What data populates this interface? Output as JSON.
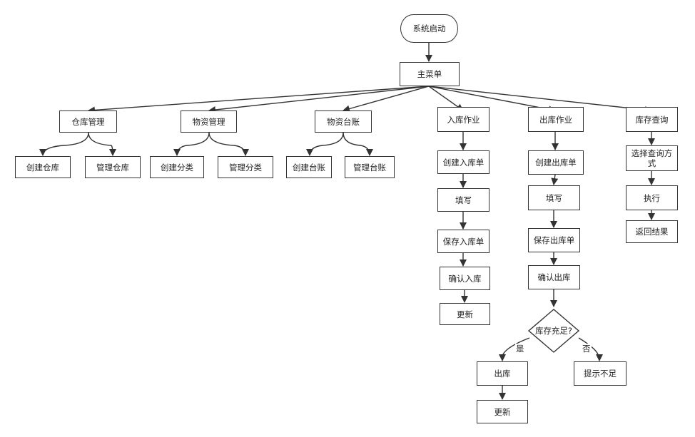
{
  "nodes": {
    "start": "系统启动",
    "main_menu": "主菜单",
    "warehouse_mgmt": "仓库管理",
    "create_warehouse": "创建仓库",
    "manage_warehouse": "管理仓库",
    "material_mgmt": "物资管理",
    "create_category": "创建分类",
    "manage_category": "管理分类",
    "material_ledger": "物资台账",
    "create_ledger": "创建台账",
    "manage_ledger": "管理台账",
    "inbound": "入库作业",
    "create_inbound": "创建入库单",
    "inbound_fill": "填写",
    "save_inbound": "保存入库单",
    "confirm_inbound": "确认入库",
    "inbound_update": "更新",
    "outbound": "出库作业",
    "create_outbound": "创建出库单",
    "outbound_fill": "填写",
    "save_outbound": "保存出库单",
    "confirm_outbound": "确认出库",
    "stock_check": "库存充足?",
    "do_outbound": "出库",
    "outbound_update": "更新",
    "insufficient": "提示不足",
    "inventory_query": "库存查询",
    "select_query": "选择查询方式",
    "execute": "执行",
    "return_result": "返回结果"
  },
  "edge_labels": {
    "yes": "是",
    "no": "否"
  }
}
